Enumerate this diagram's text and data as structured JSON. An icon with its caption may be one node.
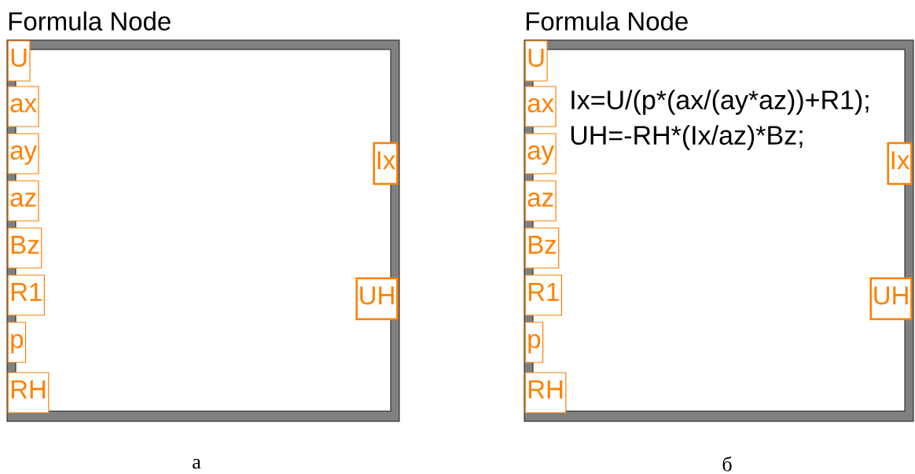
{
  "diagram": {
    "nodes": [
      {
        "text": [
          "Formula Node"
        ]
      },
      {
        "text": [
          "U"
        ],
        "in": 0
      },
      {
        "text": [
          "ax"
        ],
        "in": 0
      },
      {
        "text": [
          "ay"
        ],
        "in": 0
      },
      {
        "text": [
          "az"
        ],
        "in": 0
      },
      {
        "text": [
          "Bz"
        ],
        "in": 0
      },
      {
        "text": [
          "R1"
        ],
        "in": 0
      },
      {
        "text": [
          "p"
        ],
        "in": 0
      },
      {
        "text": [
          "RH"
        ],
        "in": 0
      },
      {
        "text": [
          "Ix"
        ],
        "in": 0
      },
      {
        "text": [
          "UH"
        ],
        "in": 0
      },
      {
        "text": [
          "Formula Node",
          "Ix=U/(p*(ax/(ay*az))+R1); UH=-RH*(Ix/az)*Bz;"
        ]
      },
      {
        "text": [
          "U"
        ],
        "in": 11
      },
      {
        "text": [
          "ax"
        ],
        "in": 11
      },
      {
        "text": [
          "ay"
        ],
        "in": 11
      },
      {
        "text": [
          "az"
        ],
        "in": 11
      },
      {
        "text": [
          "Bz"
        ],
        "in": 11
      },
      {
        "text": [
          "R1"
        ],
        "in": 11
      },
      {
        "text": [
          "p"
        ],
        "in": 11
      },
      {
        "text": [
          "RH"
        ],
        "in": 11
      },
      {
        "text": [
          "Ix"
        ],
        "in": 11
      },
      {
        "text": [
          "UH"
        ],
        "in": 11
      }
    ],
    "labels": [
      "а",
      "б"
    ]
  }
}
